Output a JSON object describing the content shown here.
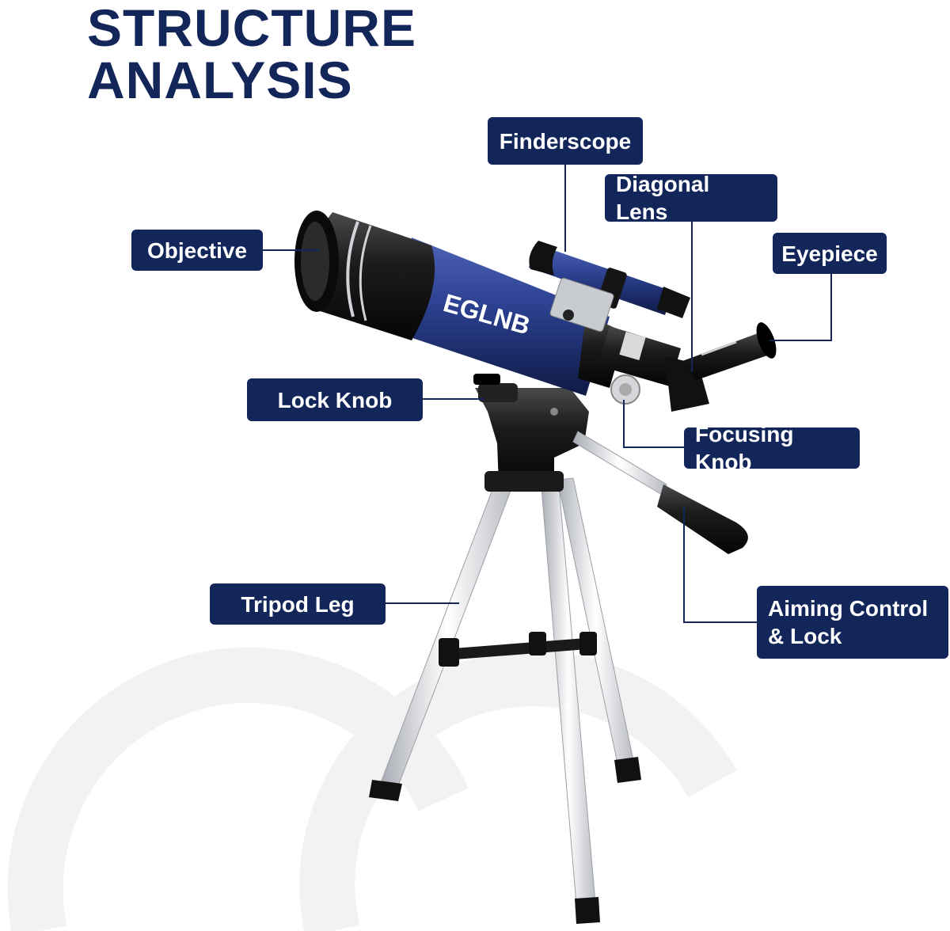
{
  "heading": {
    "line1": "STRUCTURE",
    "line2": "ANALYSIS"
  },
  "brand": {
    "logo_text": "EGLNB"
  },
  "colors": {
    "navy": "#13265a",
    "tube_blue": "#2a3f8e",
    "silver": "#e4e6ea",
    "black": "#111111",
    "watermark": "#f3f3f4"
  },
  "labels": {
    "finderscope": "Finderscope",
    "diagonal_lens": "Diagonal Lens",
    "objective": "Objective",
    "eyepiece": "Eyepiece",
    "lock_knob": "Lock Knob",
    "focusing_knob": "Focusing Knob",
    "tripod_leg": "Tripod Leg",
    "aiming_line1": "Aiming Control",
    "aiming_line2": "& Lock"
  }
}
